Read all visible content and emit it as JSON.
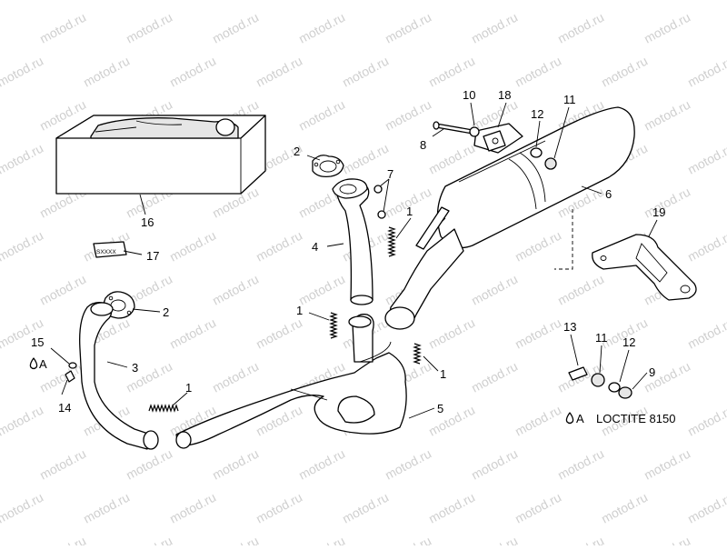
{
  "watermark": "motod.ru",
  "callouts": {
    "c1a": "1",
    "c1b": "1",
    "c1c": "1",
    "c1d": "1",
    "c2a": "2",
    "c2b": "2",
    "c3": "3",
    "c4": "4",
    "c5": "5",
    "c6": "6",
    "c7": "7",
    "c8": "8",
    "c9": "9",
    "c10": "10",
    "c11a": "11",
    "c11b": "11",
    "c12a": "12",
    "c12b": "12",
    "c13": "13",
    "c14": "14",
    "c15": "15",
    "c16": "16",
    "c17": "17",
    "c18": "18",
    "c19": "19"
  },
  "legend": {
    "marker_a": "A",
    "marker_b": "A",
    "loctite": "LOCTITE 8150"
  },
  "labels": {
    "label_plate": "SXXXX"
  }
}
